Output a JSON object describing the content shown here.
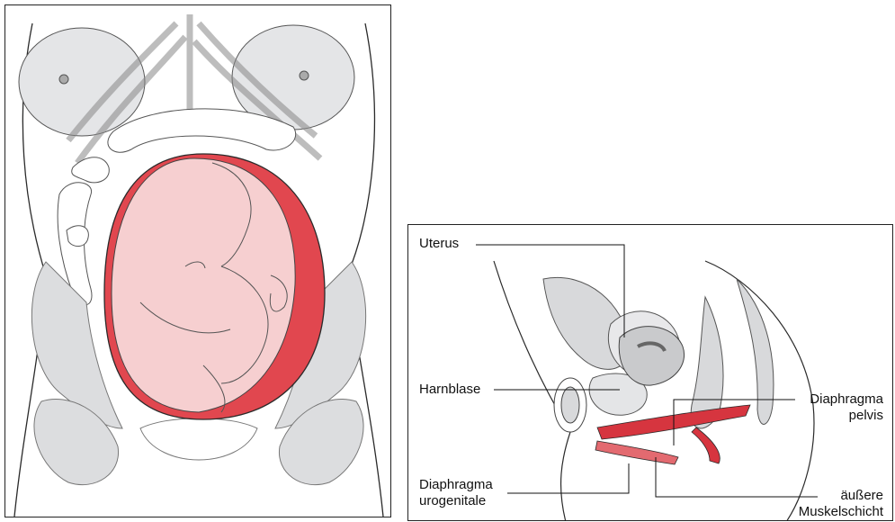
{
  "left_figure": {
    "colors": {
      "fetus": "#f6cfd0",
      "uterus_wall": "#e1474f",
      "bone": "#dcdddf",
      "outline": "#2a2a2a"
    }
  },
  "right_figure": {
    "labels": {
      "uterus": "Uterus",
      "harnblase": "Harnblase",
      "diaphragma_urogenitale_line1": "Diaphragma",
      "diaphragma_urogenitale_line2": "urogenitale",
      "diaphragma_pelvis_line1": "Diaphragma",
      "diaphragma_pelvis_line2": "pelvis",
      "aeussere_line1": "äußere",
      "aeussere_line2": "Muskelschicht"
    },
    "colors": {
      "muscle": "#d6353f",
      "tissue": "#d8d9db",
      "outline": "#2a2a2a"
    }
  }
}
